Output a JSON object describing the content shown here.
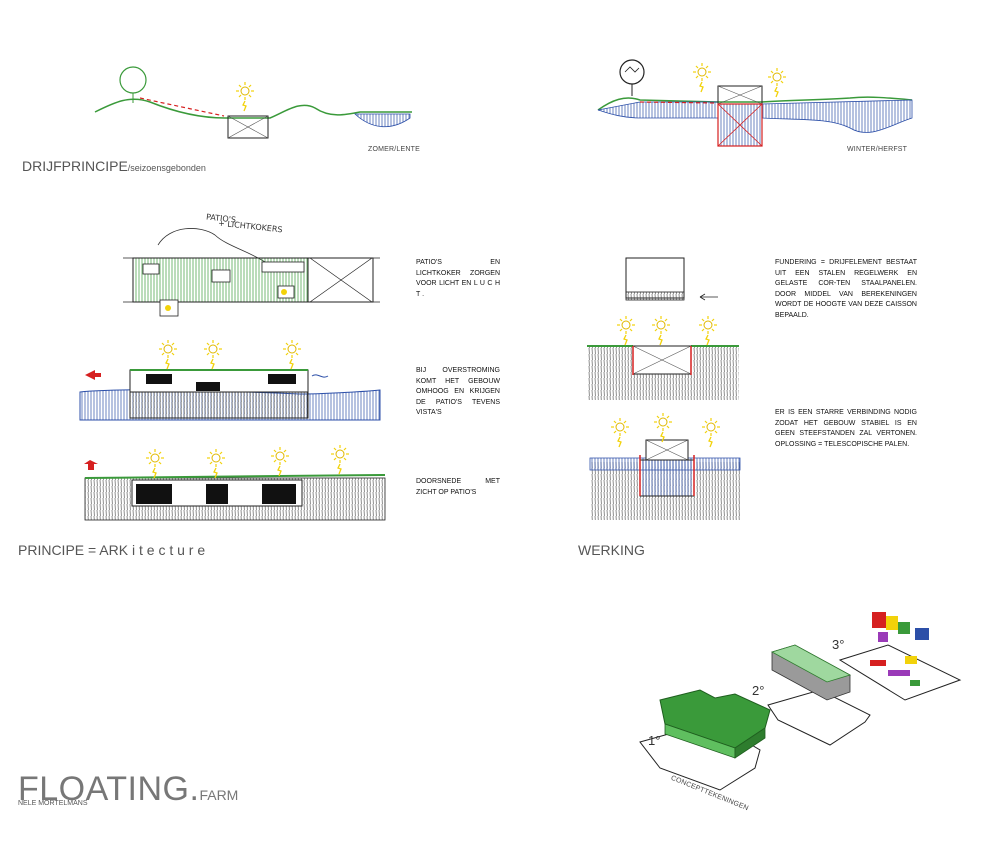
{
  "top": {
    "caption_left": "ZOMER/LENTE",
    "caption_right": "WINTER/HERFST",
    "title_main": "DRIJFPRINCIPE",
    "title_sub": "/seizoensgebonden"
  },
  "principe": {
    "title": "PRINCIPE = ARK i t e c t u r e",
    "handwritten_label_1": "PATIO'S",
    "handwritten_label_2": "+ LICHTKOKERS",
    "note_1": "PATIO'S EN LICHTKOKER ZORGEN VOOR LICHT EN L U C H T .",
    "note_2": "BIJ OVERSTROMING KOMT HET GEBOUW OMHOOG EN KRIJGEN DE PATIO'S TEVENS VISTA'S",
    "note_3": "DOORSNEDE MET ZICHT OP PATIO'S"
  },
  "werking": {
    "title": "WERKING",
    "note_1": "FUNDERING = DRIJFELEMENT BESTAAT UIT EEN STALEN REGELWERK EN GELASTE COR-TEN STAALPANELEN. DOOR MIDDEL VAN BEREKENINGEN WORDT DE HOOGTE VAN DEZE CAISSON BEPAALD.",
    "note_2": "ER IS EEN STARRE VERBINDING NODIG ZODAT HET GEBOUW STABIEL IS EN GEEN STEEFSTANDEN ZAL VERTONEN. OPLOSSING = TELESCOPISCHE PALEN."
  },
  "concept": {
    "step_1": "1°",
    "step_2": "2°",
    "step_3": "3°",
    "label": "CONCEPTTEKENINGEN"
  },
  "brand": {
    "name_main": "FLOATING.",
    "name_sub": "FARM",
    "author": "NELE MORTELMANS"
  },
  "colors": {
    "green": "#3a9a3a",
    "light_green": "#8fd18f",
    "blue": "#2c4fa8",
    "red": "#d62020",
    "sun": "#f2d20a"
  }
}
